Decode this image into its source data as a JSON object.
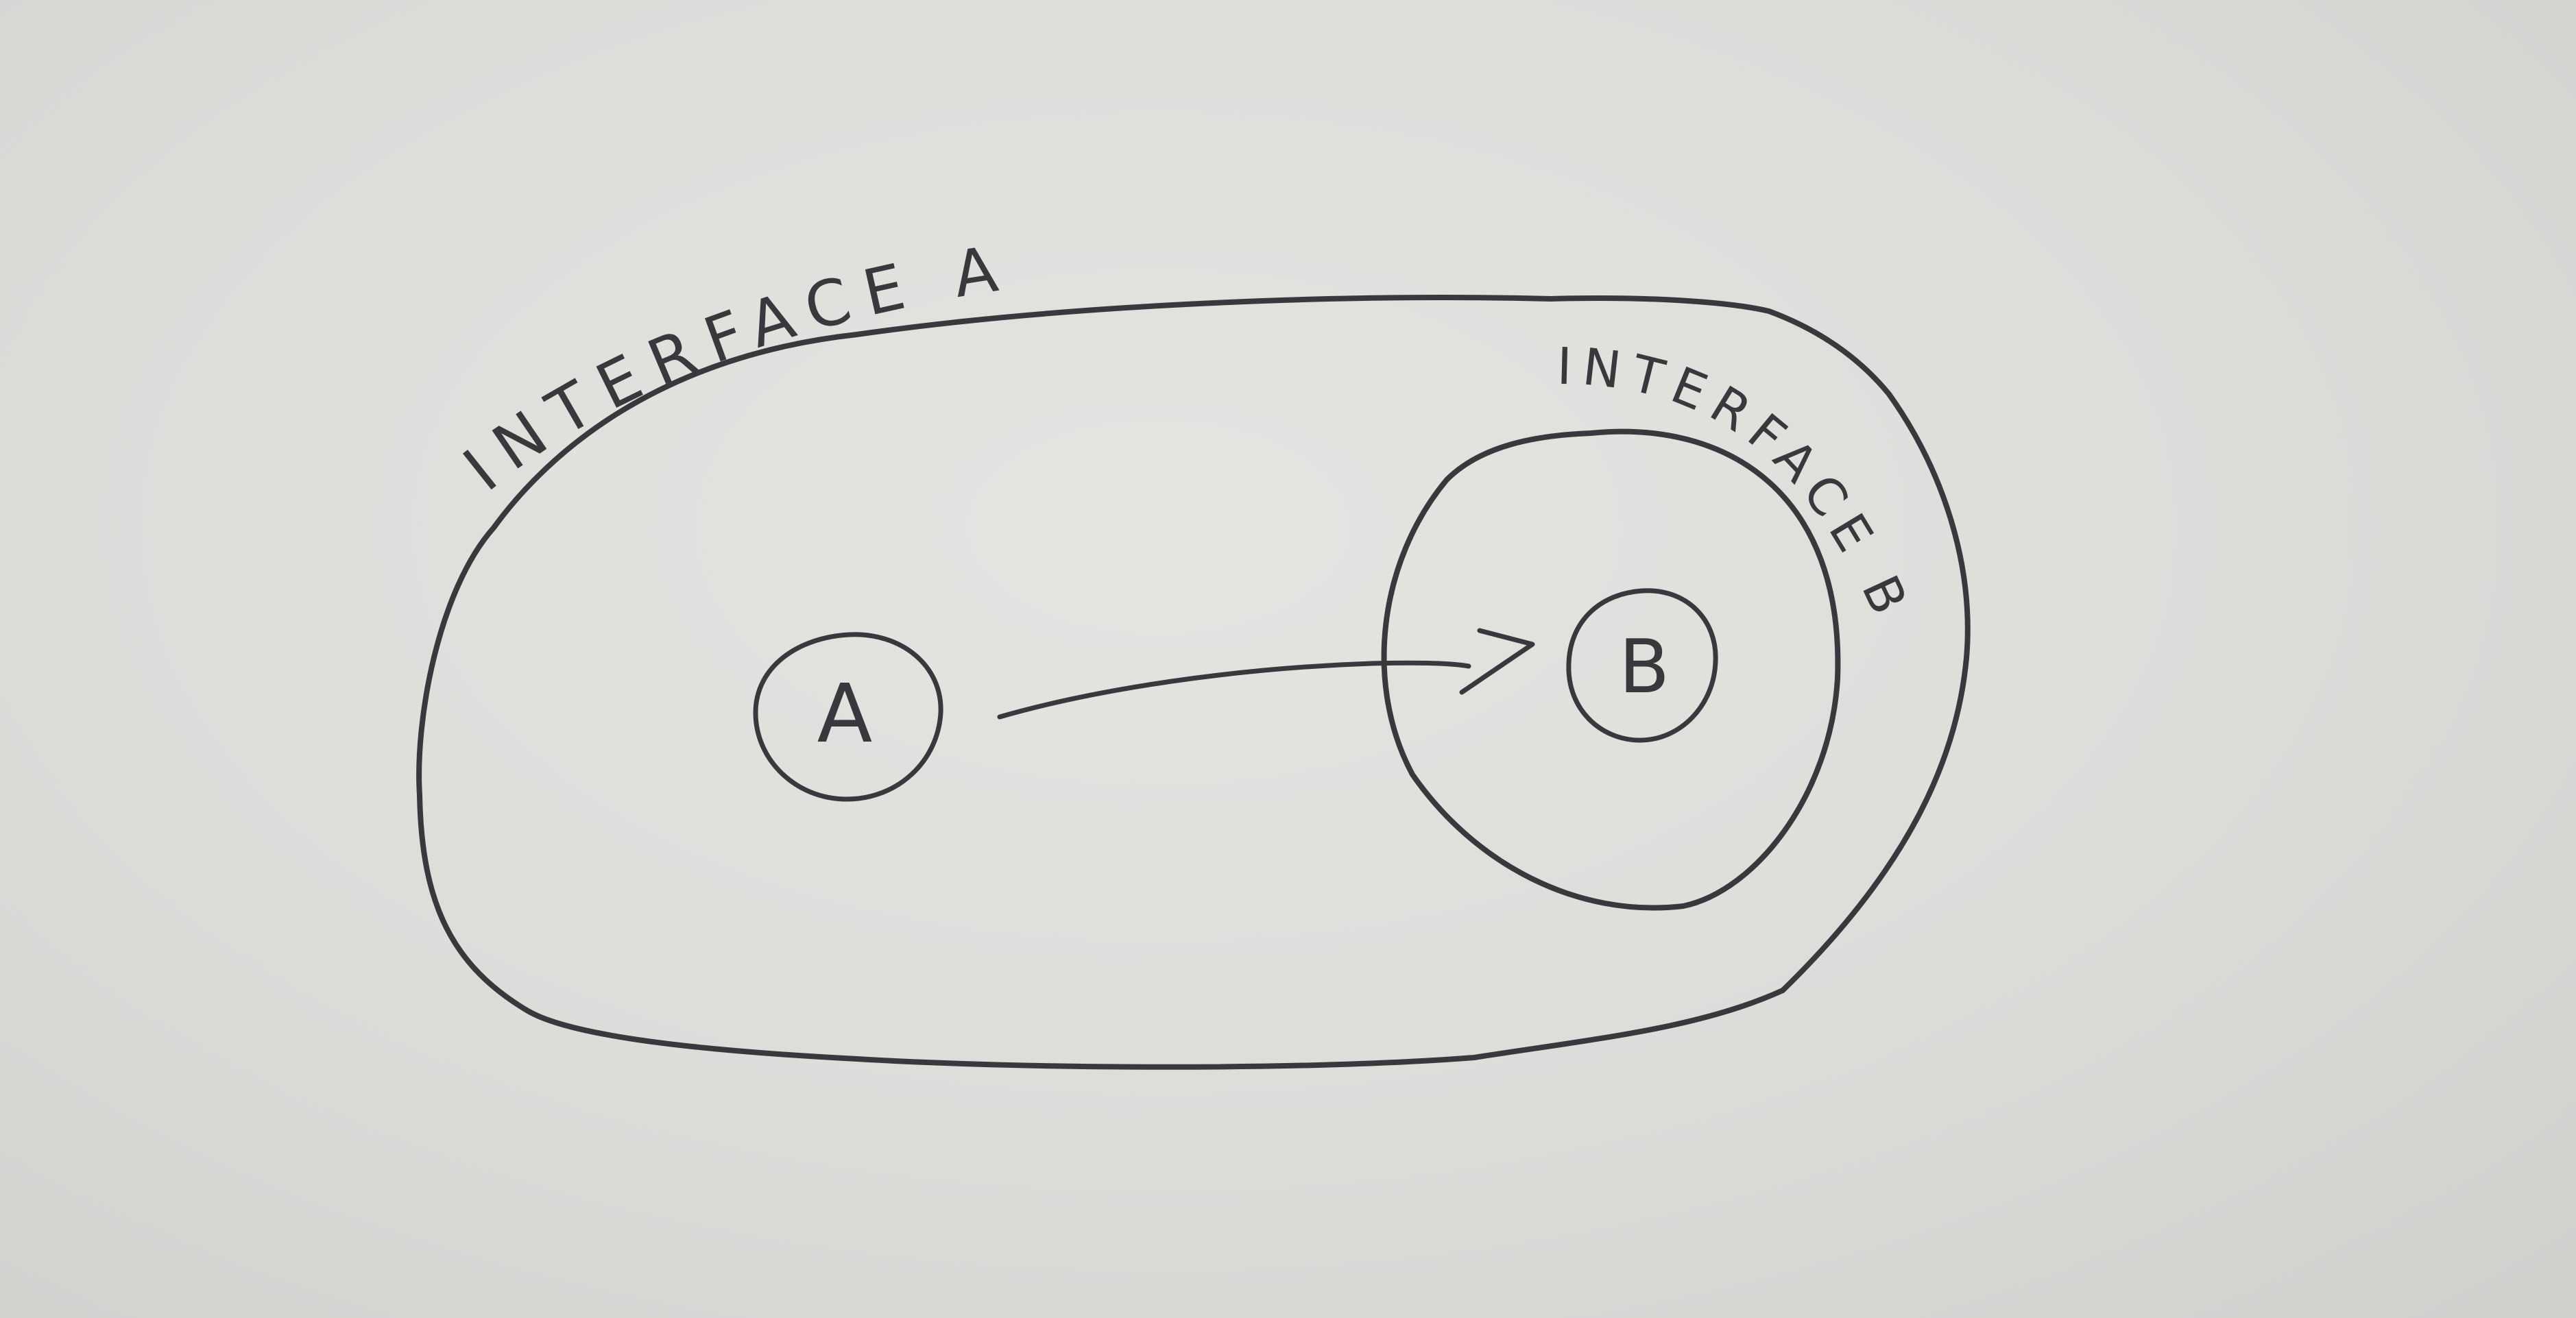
{
  "diagram": {
    "outer_boundary": {
      "label": "INTERFACE A"
    },
    "inner_boundary": {
      "label": "INTERFACE B"
    },
    "nodes": [
      {
        "id": "node-a",
        "label": "A"
      },
      {
        "id": "node-b",
        "label": "B"
      }
    ],
    "edges": [
      {
        "from": "A",
        "to": "B",
        "directed": true
      }
    ]
  },
  "colors": {
    "ink": "#3a383c",
    "paper": "#dededb"
  }
}
